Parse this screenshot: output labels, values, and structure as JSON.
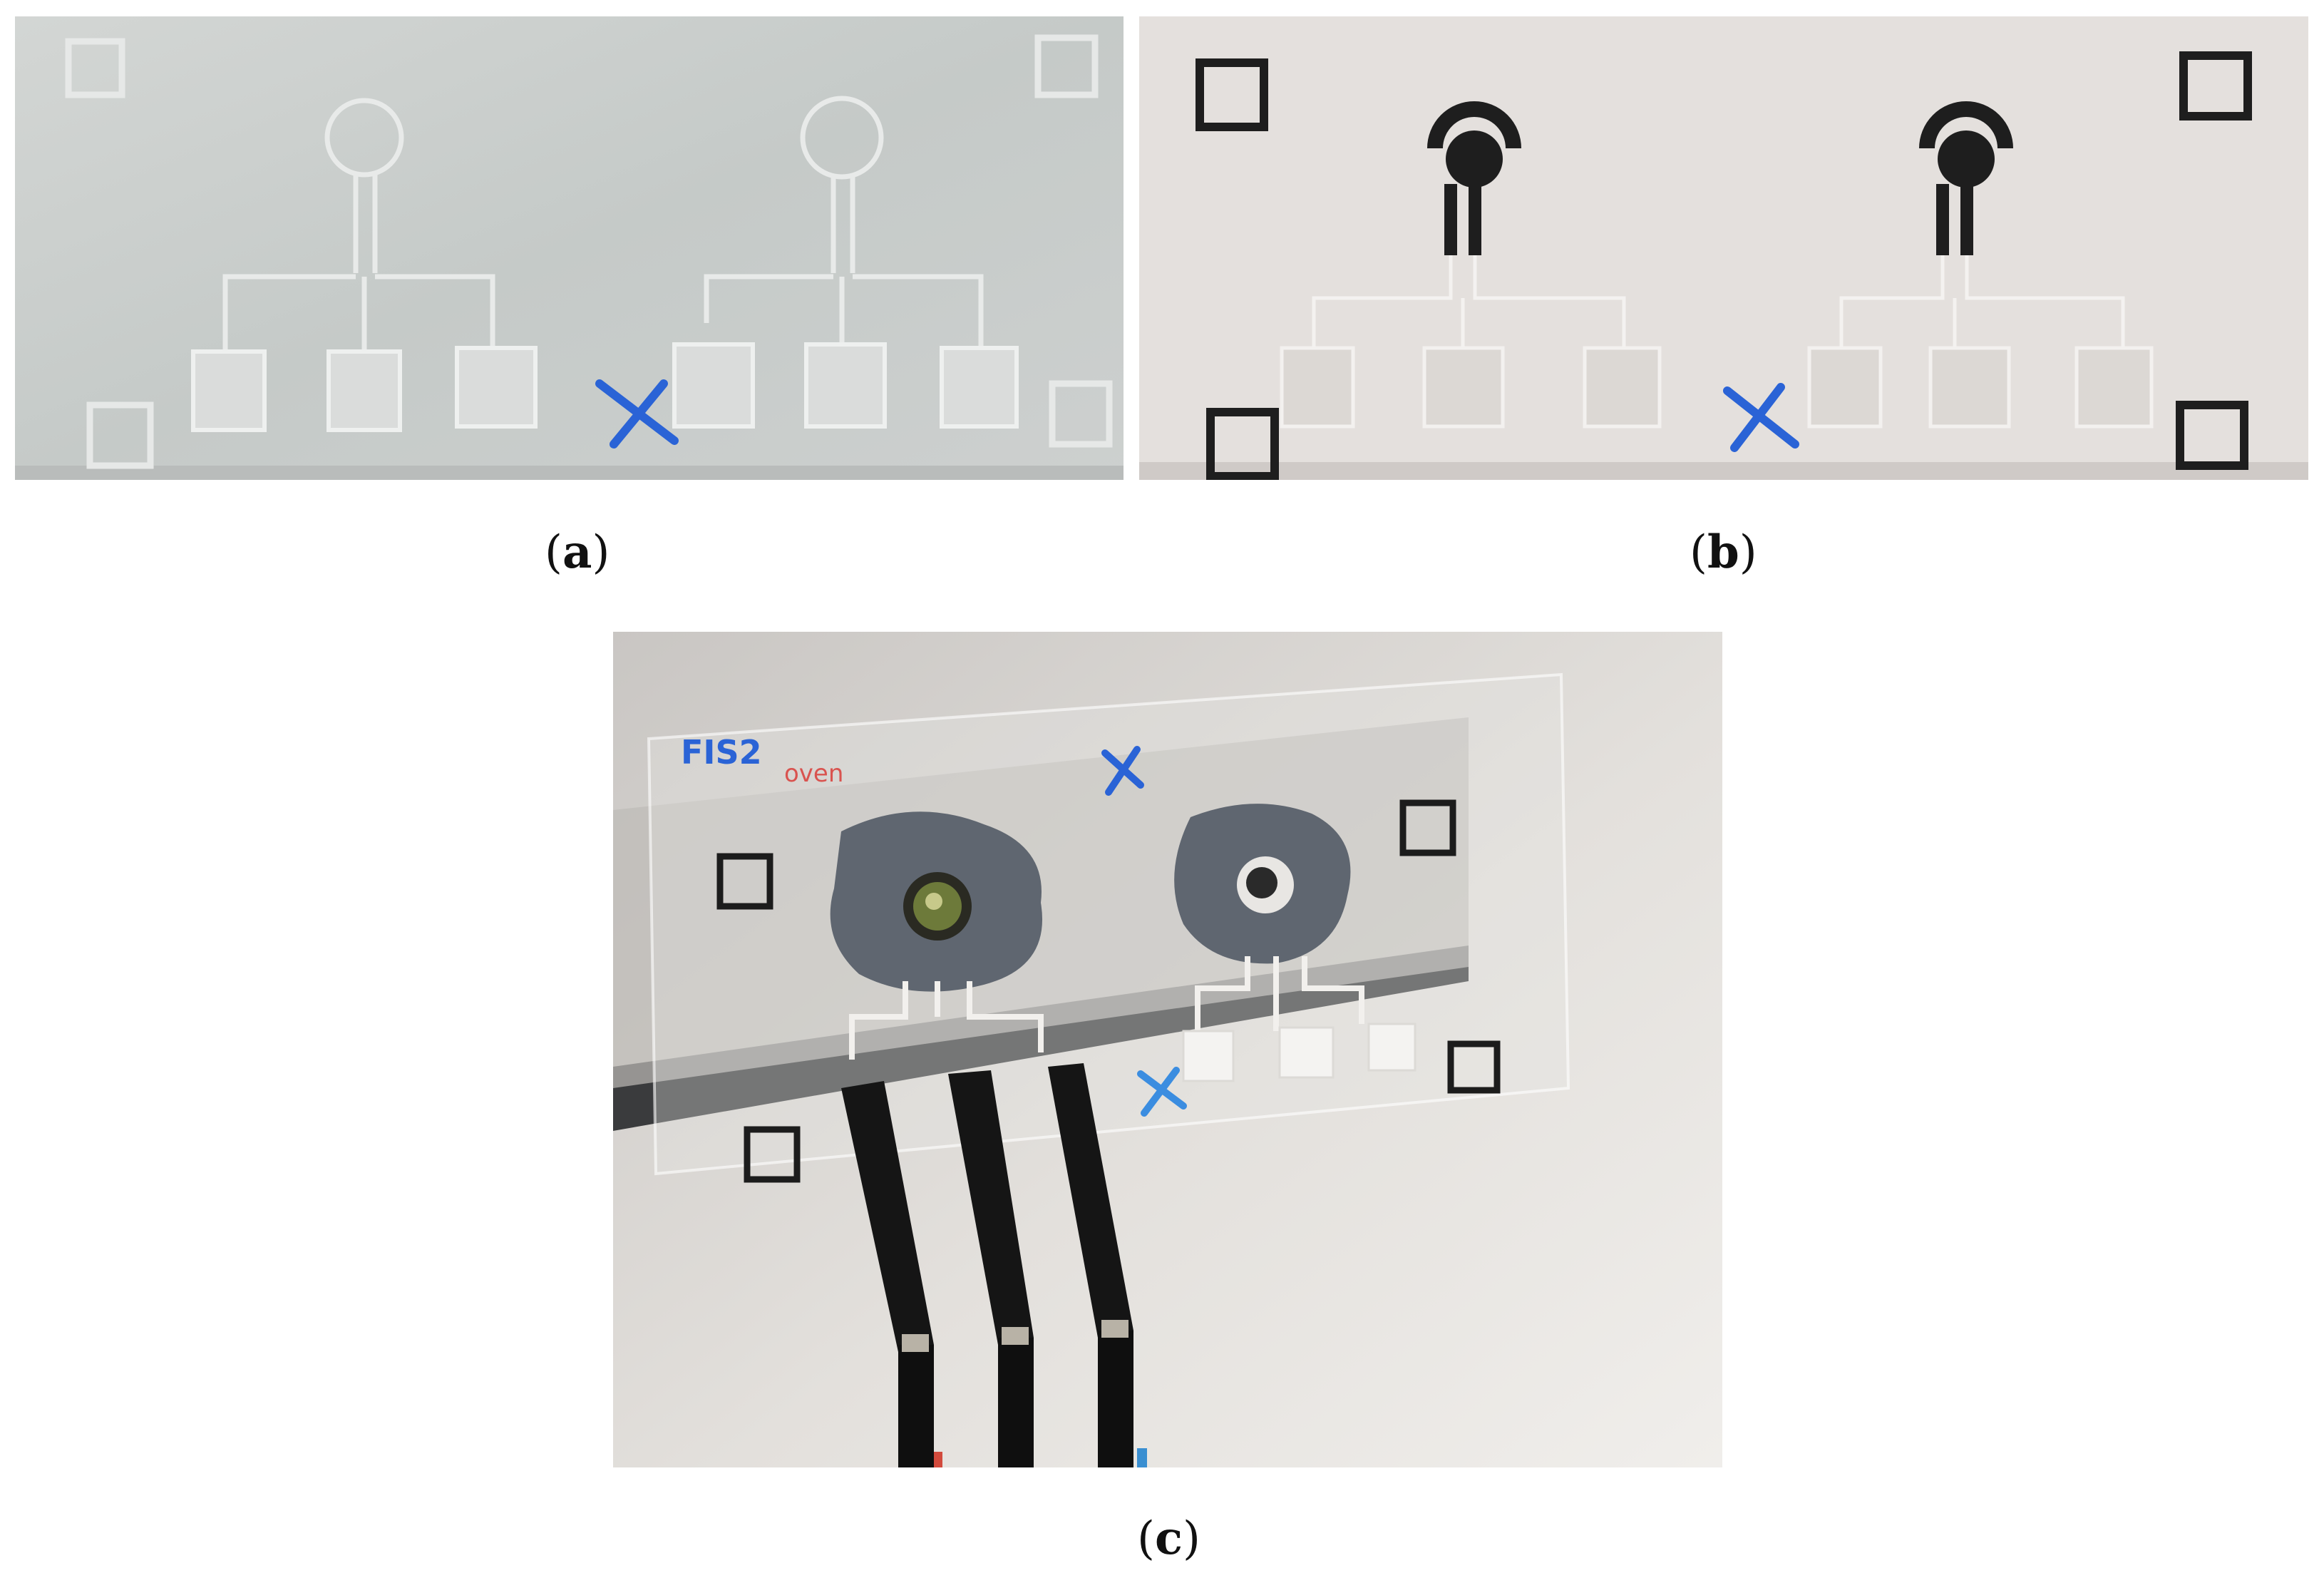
{
  "captions": {
    "a": "a",
    "b": "b",
    "c": "c"
  },
  "photo_c_handwriting": {
    "sample_id": "FIS2",
    "note": "oven"
  },
  "colors": {
    "marker_blue": "#2a63d6",
    "marker_red": "#d9534f",
    "electrode_black": "#1e1e1e",
    "paint_gray": "#5f6670",
    "substrate_a": "#c9cdcb",
    "substrate_b": "#e4e0dd"
  },
  "icons": {
    "cross_mark": "blue-x-marker",
    "alignment_mark": "square-outline"
  }
}
